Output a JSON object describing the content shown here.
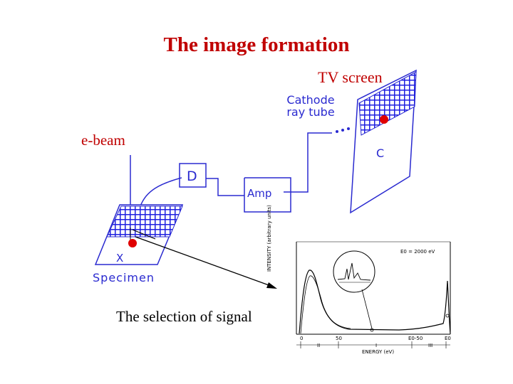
{
  "title": "The image formation",
  "labels": {
    "tv_screen": "TV screen",
    "cathode_ray_tube": "Cathode ray tube",
    "e_beam": "e-beam",
    "c": "C",
    "d": "D",
    "amp": "Amp",
    "x": "X",
    "specimen": "Specimen",
    "signal": "The selection of signal"
  },
  "spectrum": {
    "top_label": "E0 = 2000 eV",
    "y_axis": "INTENSITY (arbitrary units)",
    "x_axis": "ENERGY (eV)",
    "ticks": [
      "0",
      "50",
      "E0-50",
      "E0"
    ],
    "regions": [
      "II",
      "I",
      "III"
    ]
  },
  "colors": {
    "title": "#c00000",
    "diagram_line": "#2a2ad0",
    "dot": "#e00000"
  }
}
